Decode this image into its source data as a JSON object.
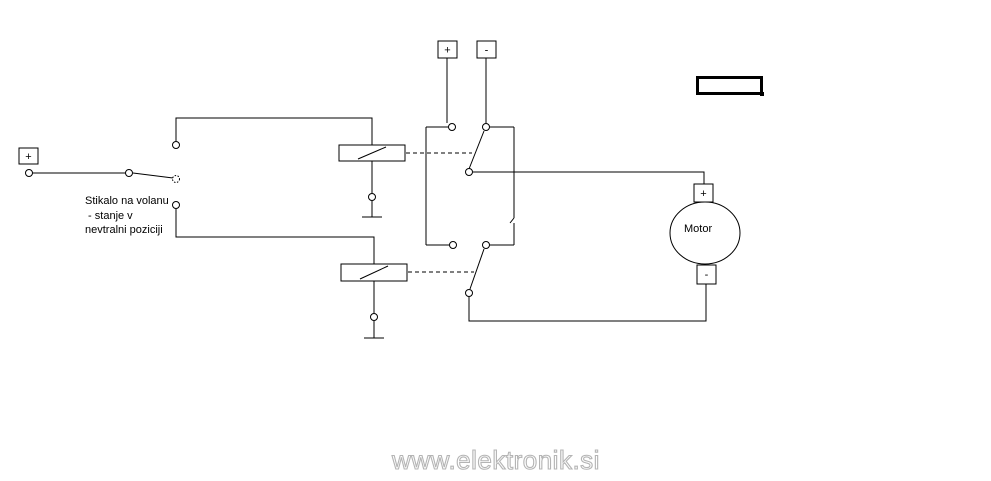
{
  "terminals": {
    "input_plus": "+",
    "switch_plus": "+",
    "switch_minus": "-",
    "motor_plus": "+",
    "motor_minus": "-"
  },
  "labels": {
    "switch_line1": "Stikalo na volanu",
    "switch_line2": " - stanje v",
    "switch_line3": "nevtralni poziciji",
    "motor": "Motor"
  },
  "watermark": "www.elektronik.si"
}
